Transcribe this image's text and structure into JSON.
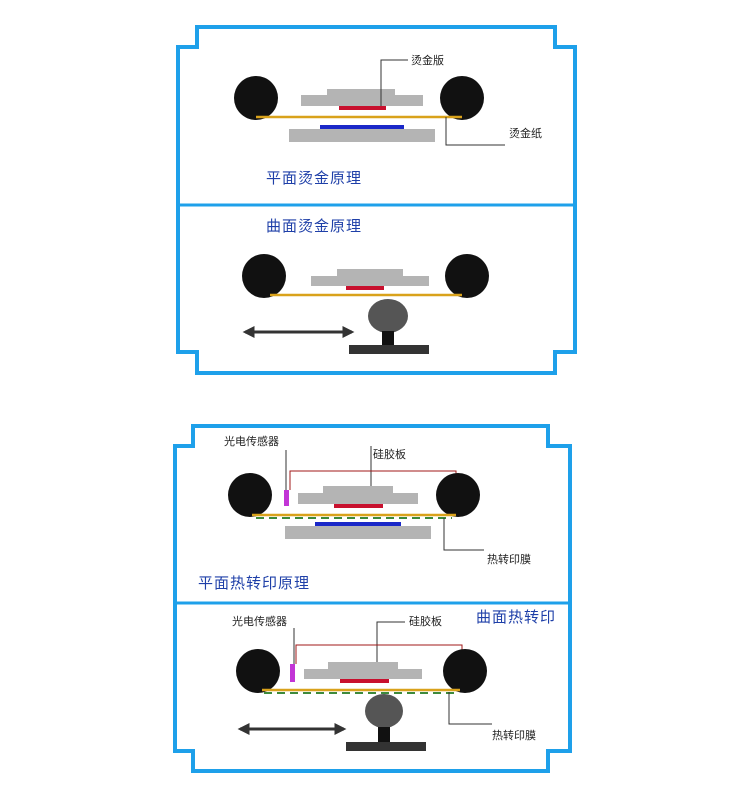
{
  "colors": {
    "frame": "#1ea0ea",
    "roller": "#111111",
    "plate": "#b4b4b4",
    "die": "#c8102e",
    "base_blue": "#1a28c8",
    "foil_line": "#d9a21b",
    "leader": "#333333",
    "sensor": "#c235d6",
    "sensor_wire": "#a01818",
    "film_dash": "#3d8a3d",
    "title": "#1e3fa8"
  },
  "icons": {
    "roller": "black-circle-roller",
    "arrow": "double-headed-arrow",
    "press": "mushroom-press-head"
  },
  "diagram1": {
    "flat": {
      "label_die": "烫金版",
      "label_foil": "烫金纸",
      "title": "平面烫金原理"
    },
    "curved": {
      "title": "曲面烫金原理"
    }
  },
  "diagram2": {
    "flat": {
      "label_sensor": "光电传感器",
      "label_pad": "硅胶板",
      "label_film": "热转印膜",
      "title": "平面热转印原理"
    },
    "curved": {
      "title": "曲面热转印",
      "label_sensor": "光电传感器",
      "label_pad": "硅胶板",
      "label_film": "热转印膜"
    }
  }
}
